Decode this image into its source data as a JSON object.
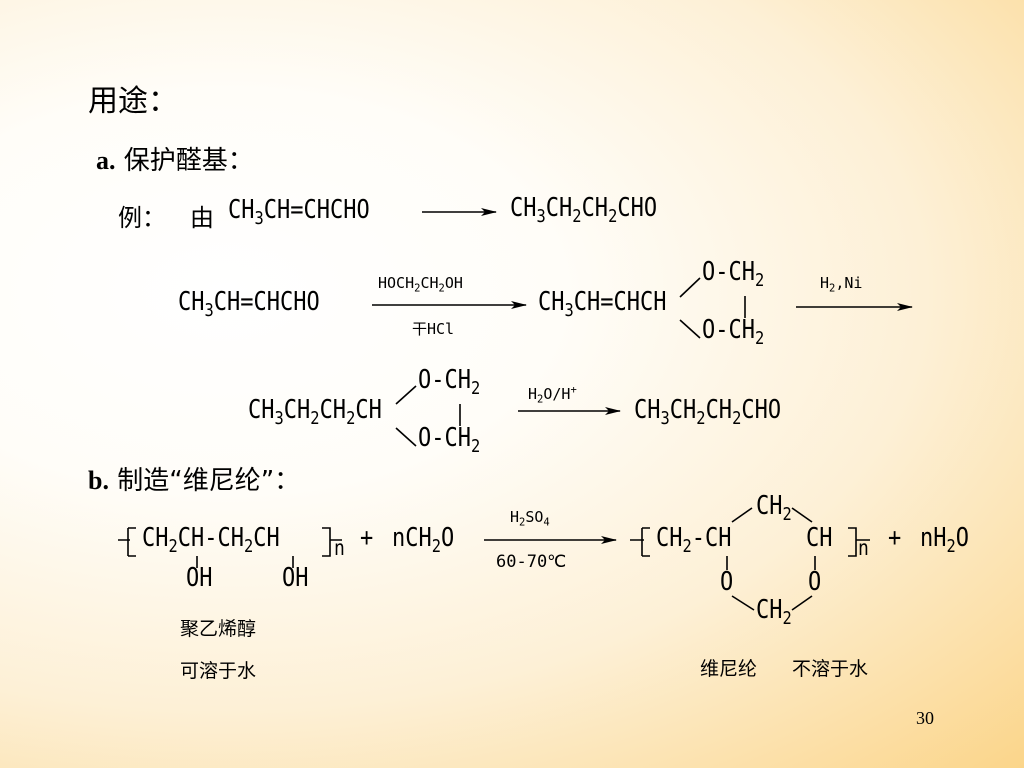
{
  "title": "用途：",
  "section_a": {
    "label": "a.",
    "text": "保护醛基："
  },
  "example": {
    "label": "例：",
    "by": "由",
    "reactant": "CH3CH=CHCHO",
    "product": "CH3CH2CH2CHO"
  },
  "step1": {
    "reactant": "CH3CH=CHCHO",
    "reagent_top": "HOCH2CH2OH",
    "reagent_bottom": "干HCl",
    "product_main": "CH3CH=CHCH",
    "ring_top": "O-CH2",
    "ring_bottom": "O-CH2",
    "next_reagent": "H2,Ni"
  },
  "step2": {
    "reactant_main": "CH3CH2CH2CH",
    "ring_top": "O-CH2",
    "ring_bottom": "O-CH2",
    "reagent": "H2O/H+",
    "product": "CH3CH2CH2CHO"
  },
  "section_b": {
    "label": "b.",
    "text": "制造“维尼纶”："
  },
  "reaction_b": {
    "polymer": "CH2CH-CH2CH",
    "polymer_sub": "n",
    "oh1": "OH",
    "oh2": "OH",
    "plus1": "+",
    "formaldehyde": "nCH2O",
    "reagent_top": "H2SO4",
    "reagent_bottom": "60-70℃",
    "product_left": "CH2-CH",
    "product_right": "CH",
    "product_sub": "n",
    "ring_top": "CH2",
    "o_left": "O",
    "o_right": "O",
    "ring_bottom": "CH2",
    "plus2": "+",
    "water": "nH2O"
  },
  "notes": {
    "pva_name": "聚乙烯醇",
    "pva_solubility": "可溶于水",
    "vinylon_name": "维尼纶",
    "vinylon_solubility": "不溶于水"
  },
  "page_number": "30"
}
